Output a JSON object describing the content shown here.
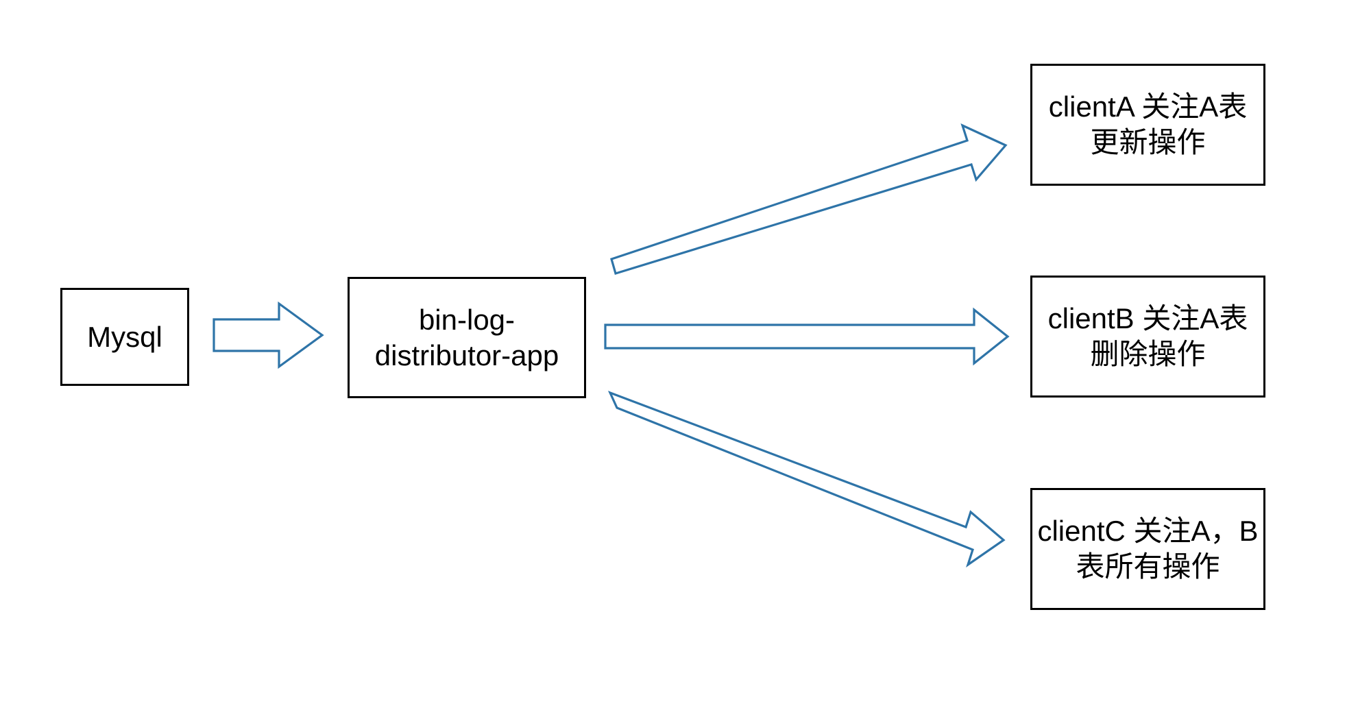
{
  "diagram": {
    "title": "bin-log-distributor-app fan-out diagram",
    "background_color": "#ffffff",
    "box_border_color": "#000000",
    "arrow_color": "#2E74A8",
    "text_color": "#000000",
    "nodes": [
      {
        "id": "mysql",
        "label": "Mysql"
      },
      {
        "id": "distributor",
        "label": "bin-log-\ndistributor-app"
      },
      {
        "id": "clientA",
        "label": "clientA 关注A表\n更新操作"
      },
      {
        "id": "clientB",
        "label": "clientB 关注A表\n删除操作"
      },
      {
        "id": "clientC",
        "label": "clientC 关注A，B\n表所有操作"
      }
    ],
    "arrows": [
      {
        "id": "mysql-to-distributor",
        "from": "mysql",
        "to": "distributor",
        "style": "hollow-block-arrow",
        "direction": "right"
      },
      {
        "id": "distributor-to-clientA",
        "from": "distributor",
        "to": "clientA",
        "style": "hollow-block-arrow",
        "direction": "up-right"
      },
      {
        "id": "distributor-to-clientB",
        "from": "distributor",
        "to": "clientB",
        "style": "hollow-block-arrow",
        "direction": "right"
      },
      {
        "id": "distributor-to-clientC",
        "from": "distributor",
        "to": "clientC",
        "style": "hollow-block-arrow",
        "direction": "down-right"
      }
    ]
  }
}
